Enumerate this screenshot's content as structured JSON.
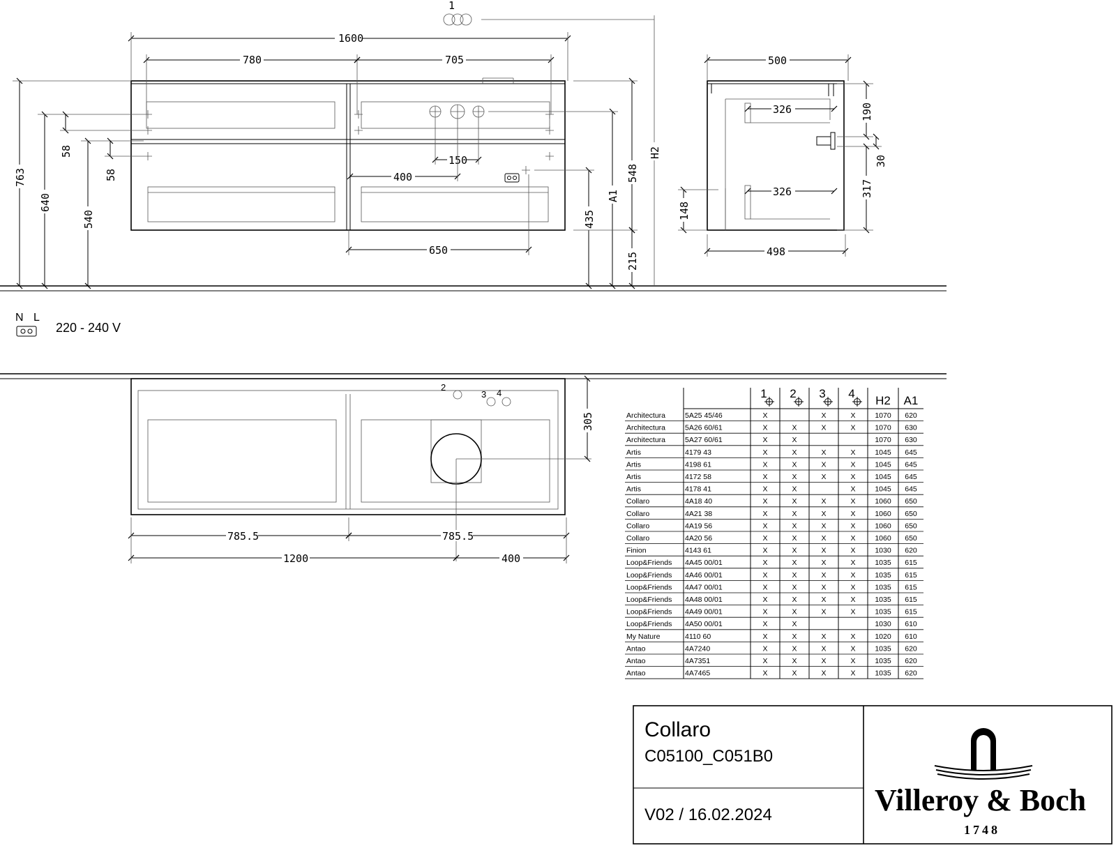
{
  "front": {
    "dims": {
      "width_total": "1600",
      "left_section": "780",
      "right_section": "705",
      "h763": "763",
      "h640": "640",
      "h540": "540",
      "d58a": "58",
      "d58b": "58",
      "d150": "150",
      "d400": "400",
      "d435": "435",
      "a1": "A1",
      "d548": "548",
      "h2": "H2",
      "d215": "215",
      "d650": "650",
      "callout": "1"
    }
  },
  "side": {
    "dims": {
      "d500": "500",
      "d326a": "326",
      "d190": "190",
      "d30": "30",
      "d326b": "326",
      "d317": "317",
      "d148": "148",
      "d498": "498"
    }
  },
  "power": {
    "n": "N",
    "l": "L",
    "voltage": "220 - 240 V"
  },
  "top": {
    "dims": {
      "d305": "305",
      "d785a": "785.5",
      "d785b": "785.5",
      "d1200": "1200",
      "d400": "400"
    },
    "callouts": [
      "2",
      "3",
      "4"
    ]
  },
  "table": {
    "headers": [
      "1",
      "2",
      "3",
      "4",
      "H2",
      "A1"
    ],
    "rows": [
      [
        "Architectura",
        "5A25 45/46",
        "X",
        "",
        "X",
        "X",
        "1070",
        "620"
      ],
      [
        "Architectura",
        "5A26 60/61",
        "X",
        "X",
        "X",
        "X",
        "1070",
        "630"
      ],
      [
        "Architectura",
        "5A27 60/61",
        "X",
        "X",
        "",
        "",
        "1070",
        "630"
      ],
      [
        "Artis",
        "4179 43",
        "X",
        "X",
        "X",
        "X",
        "1045",
        "645"
      ],
      [
        "Artis",
        "4198 61",
        "X",
        "X",
        "X",
        "X",
        "1045",
        "645"
      ],
      [
        "Artis",
        "4172 58",
        "X",
        "X",
        "X",
        "X",
        "1045",
        "645"
      ],
      [
        "Artis",
        "4178 41",
        "X",
        "X",
        "",
        "X",
        "1045",
        "645"
      ],
      [
        "Collaro",
        "4A18 40",
        "X",
        "X",
        "X",
        "X",
        "1060",
        "650"
      ],
      [
        "Collaro",
        "4A21 38",
        "X",
        "X",
        "X",
        "X",
        "1060",
        "650"
      ],
      [
        "Collaro",
        "4A19 56",
        "X",
        "X",
        "X",
        "X",
        "1060",
        "650"
      ],
      [
        "Collaro",
        "4A20 56",
        "X",
        "X",
        "X",
        "X",
        "1060",
        "650"
      ],
      [
        "Finion",
        "4143 61",
        "X",
        "X",
        "X",
        "X",
        "1030",
        "620"
      ],
      [
        "Loop&Friends",
        "4A45 00/01",
        "X",
        "X",
        "X",
        "X",
        "1035",
        "615"
      ],
      [
        "Loop&Friends",
        "4A46 00/01",
        "X",
        "X",
        "X",
        "X",
        "1035",
        "615"
      ],
      [
        "Loop&Friends",
        "4A47 00/01",
        "X",
        "X",
        "X",
        "X",
        "1035",
        "615"
      ],
      [
        "Loop&Friends",
        "4A48 00/01",
        "X",
        "X",
        "X",
        "X",
        "1035",
        "615"
      ],
      [
        "Loop&Friends",
        "4A49 00/01",
        "X",
        "X",
        "X",
        "X",
        "1035",
        "615"
      ],
      [
        "Loop&Friends",
        "4A50 00/01",
        "X",
        "X",
        "",
        "",
        "1030",
        "610"
      ],
      [
        "My Nature",
        "4110 60",
        "X",
        "X",
        "X",
        "X",
        "1020",
        "610"
      ],
      [
        "Antao",
        "4A7240",
        "X",
        "X",
        "X",
        "X",
        "1035",
        "620"
      ],
      [
        "Antao",
        "4A7351",
        "X",
        "X",
        "X",
        "X",
        "1035",
        "620"
      ],
      [
        "Antao",
        "4A7465",
        "X",
        "X",
        "X",
        "X",
        "1035",
        "620"
      ]
    ]
  },
  "title_block": {
    "product": "Collaro",
    "code": "C05100_C051B0",
    "version": "V02 / 16.02.2024",
    "brand": "Villeroy & Boch",
    "year": "1748"
  }
}
